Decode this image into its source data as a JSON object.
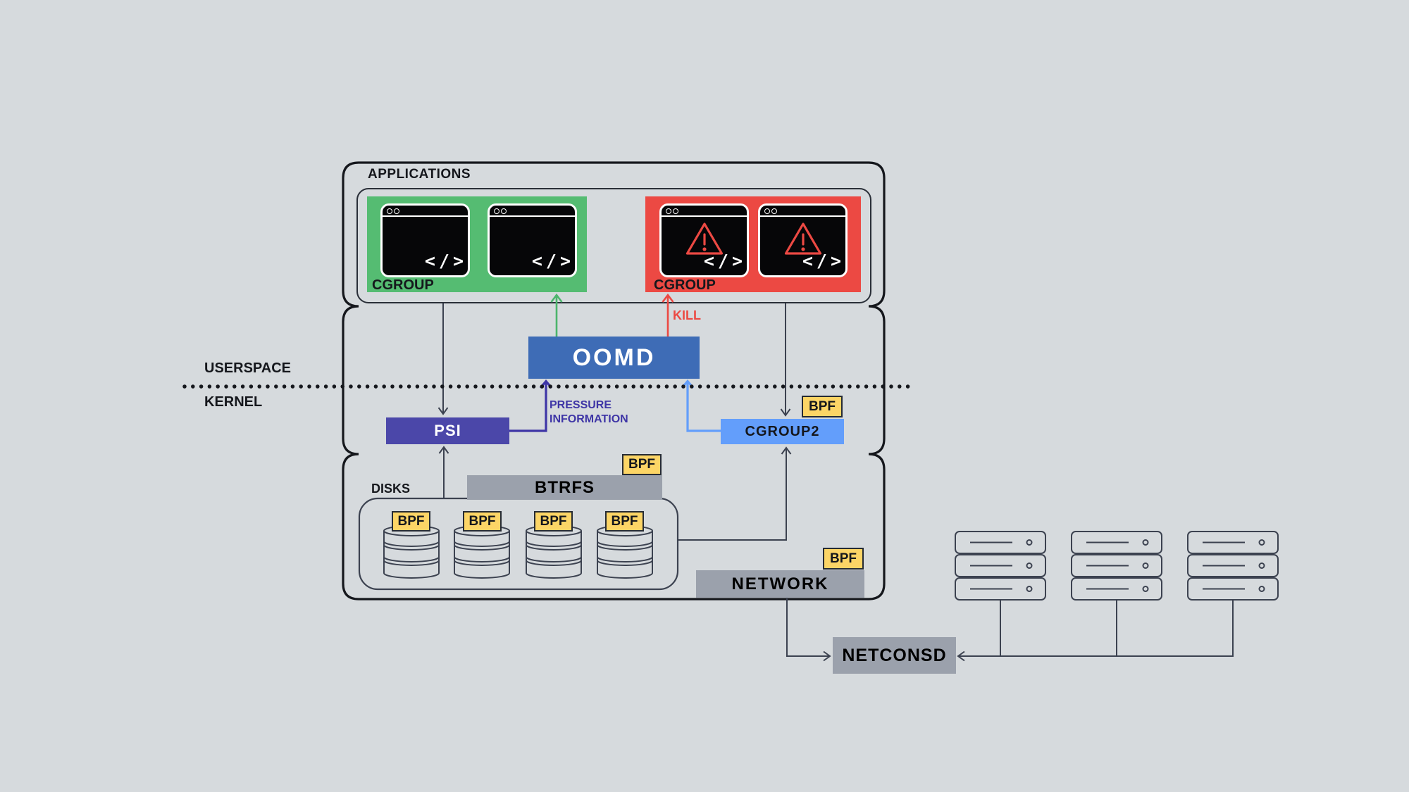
{
  "canvas": {
    "background": "#d6dadd"
  },
  "applications": {
    "title": "APPLICATIONS"
  },
  "layers": {
    "userspace": "USERSPACE",
    "kernel": "KERNEL"
  },
  "cgroup_healthy": {
    "label": "CGROUP",
    "color": "#55bc72",
    "terminal_count": 2
  },
  "cgroup_killed": {
    "label": "CGROUP",
    "color": "#ec4943",
    "terminal_count": 2
  },
  "terminal": {
    "code_glyph": "</>"
  },
  "oomd": {
    "label": "OOMD",
    "color": "#3e6cb6"
  },
  "kill": {
    "label": "KILL",
    "color": "#ec4943"
  },
  "psi": {
    "label": "PSI",
    "color": "#4b47a9"
  },
  "pressure": {
    "line1": "PRESSURE",
    "line2": "INFORMATION",
    "color": "#3e35a6"
  },
  "cgroup2": {
    "label": "CGROUP2",
    "color": "#639efb"
  },
  "bpf": {
    "label": "BPF",
    "color": "#fcd566"
  },
  "disks": {
    "label": "DISKS",
    "disk_count": 4
  },
  "btrfs": {
    "label": "BTRFS",
    "color": "#9ba1ac"
  },
  "network": {
    "label": "NETWORK",
    "color": "#9ba1ac"
  },
  "netconsd": {
    "label": "NETCONSD",
    "color": "#9ba1ac"
  },
  "servers": {
    "rack_count": 3,
    "units_per_rack": 3
  }
}
